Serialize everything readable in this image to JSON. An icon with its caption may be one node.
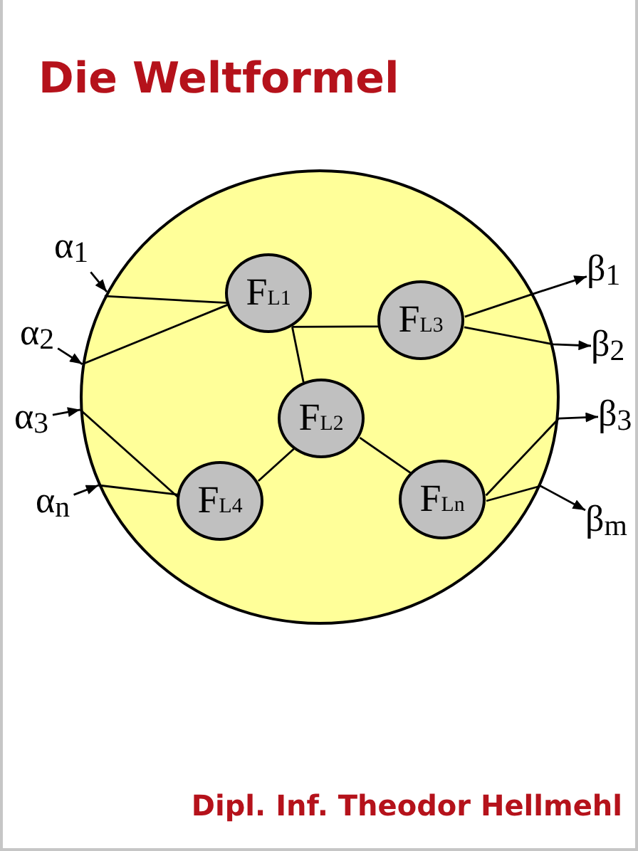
{
  "diagram": {
    "title": "Die Weltformel",
    "nodes": [
      {
        "text": [
          "α$_{1}$"
        ]
      },
      {
        "text": [
          "α$_{2}$"
        ]
      },
      {
        "text": [
          "α$_{3}$"
        ]
      },
      {
        "text": [
          "α$_{n}$"
        ]
      },
      {
        "text": [],
        "shape": "circle"
      },
      {
        "text": [
          "F$_{L1}$"
        ],
        "in": 4
      },
      {
        "text": [
          "F$_{L3}$"
        ],
        "in": 4
      },
      {
        "text": [
          "F$_{L2}$"
        ],
        "in": 4
      },
      {
        "text": [
          "F$_{L4}$"
        ],
        "in": 4
      },
      {
        "text": [
          "F$_{Ln}$"
        ],
        "in": 4
      },
      {
        "text": [
          "β$_{1}$"
        ]
      },
      {
        "text": [
          "β$_{2}$"
        ]
      },
      {
        "text": [
          "β$_{3}$"
        ]
      },
      {
        "text": [
          "β$_{m}$"
        ]
      }
    ],
    "edges": [
      {
        "from": 0,
        "to": 4,
        "arrow": "to"
      },
      {
        "from": 1,
        "to": 4,
        "arrow": "to"
      },
      {
        "from": 2,
        "to": 4,
        "arrow": "to"
      },
      {
        "from": 3,
        "to": 4,
        "arrow": "to"
      },
      {
        "from": 4,
        "to": 5,
        "arrow": "none"
      },
      {
        "from": 4,
        "to": 5,
        "arrow": "none"
      },
      {
        "from": 4,
        "to": 8,
        "arrow": "none"
      },
      {
        "from": 4,
        "to": 8,
        "arrow": "none"
      },
      {
        "from": 5,
        "to": 6,
        "arrow": "none"
      },
      {
        "from": 5,
        "to": 7,
        "arrow": "none"
      },
      {
        "from": 8,
        "to": 7,
        "arrow": "none"
      },
      {
        "from": 7,
        "to": 9,
        "arrow": "none"
      },
      {
        "from": 6,
        "to": 10,
        "arrow": "to"
      },
      {
        "from": 6,
        "to": 11,
        "arrow": "to"
      },
      {
        "from": 9,
        "to": 12,
        "arrow": "to"
      },
      {
        "from": 9,
        "to": 13,
        "arrow": "to"
      }
    ],
    "labels": [
      "Dipl. Inf. Theodor Hellmehl"
    ]
  }
}
